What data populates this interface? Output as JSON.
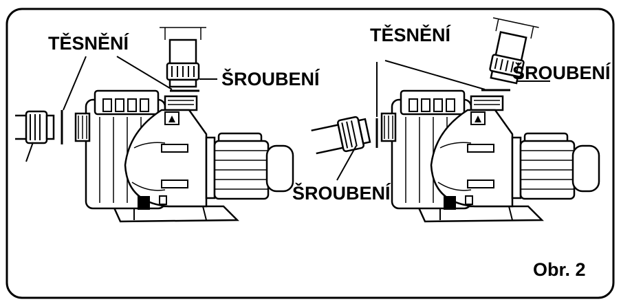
{
  "labels": {
    "left_gasket": "TĚSNĚNÍ",
    "left_top_union": "ŠROUBENÍ",
    "right_gasket": "TĚSNĚNÍ",
    "right_top_union": "ŠROUBENÍ",
    "right_side_union": "ŠROUBENÍ",
    "figure_caption": "Obr. 2"
  },
  "colors": {
    "ink": "#000000",
    "paper": "#ffffff"
  }
}
